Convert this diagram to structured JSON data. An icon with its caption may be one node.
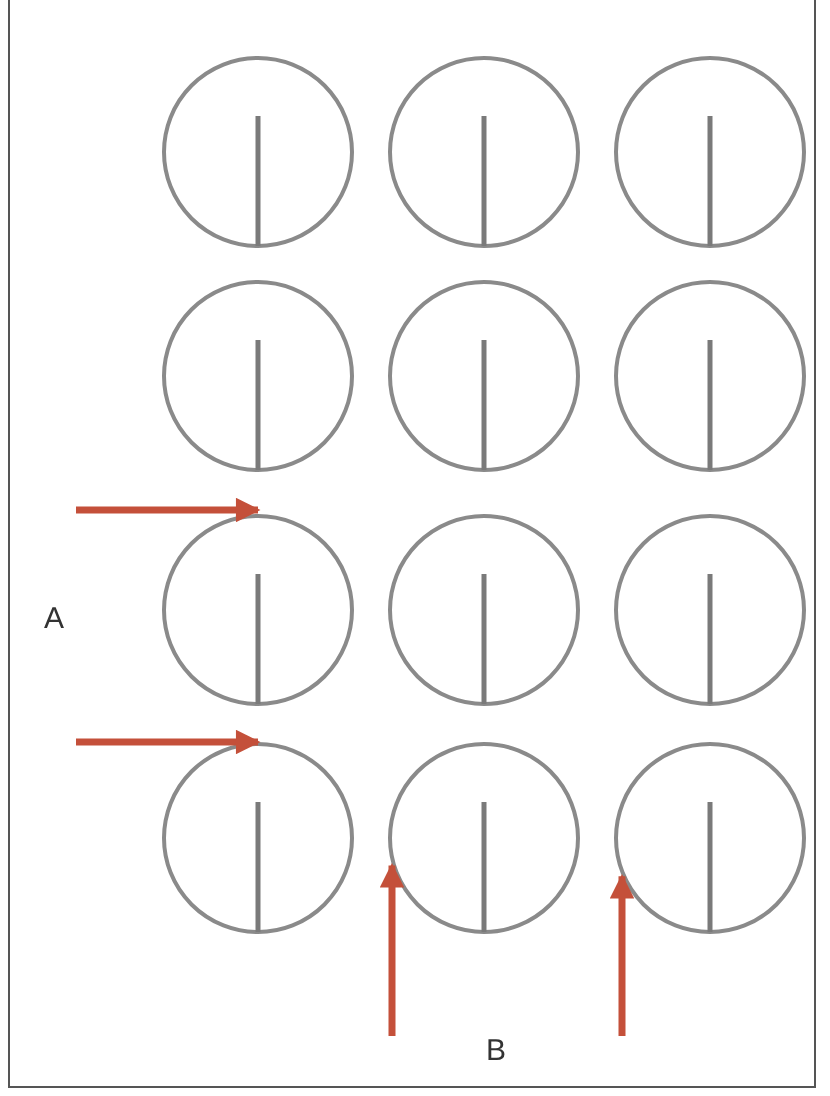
{
  "diagram": {
    "nodes": [
      {
        "text": [],
        "shape": "circle"
      },
      {
        "text": [],
        "shape": "circle"
      },
      {
        "text": [],
        "shape": "circle"
      },
      {
        "text": [],
        "shape": "circle"
      },
      {
        "text": [],
        "shape": "circle"
      },
      {
        "text": [],
        "shape": "circle"
      },
      {
        "text": [],
        "shape": "circle"
      },
      {
        "text": [],
        "shape": "circle"
      },
      {
        "text": [],
        "shape": "circle"
      },
      {
        "text": [],
        "shape": "circle"
      },
      {
        "text": [],
        "shape": "circle"
      },
      {
        "text": [],
        "shape": "circle"
      }
    ],
    "edges": [
      {
        "from": null,
        "to": 6,
        "arrow": "to",
        "color": "#c4503a"
      },
      {
        "from": null,
        "to": 9,
        "arrow": "to",
        "color": "#c4503a"
      },
      {
        "from": null,
        "to": 10,
        "arrow": "to",
        "color": "#c4503a"
      },
      {
        "from": null,
        "to": 11,
        "arrow": "to",
        "color": "#c4503a"
      }
    ],
    "labels": [
      "A",
      "B"
    ]
  }
}
